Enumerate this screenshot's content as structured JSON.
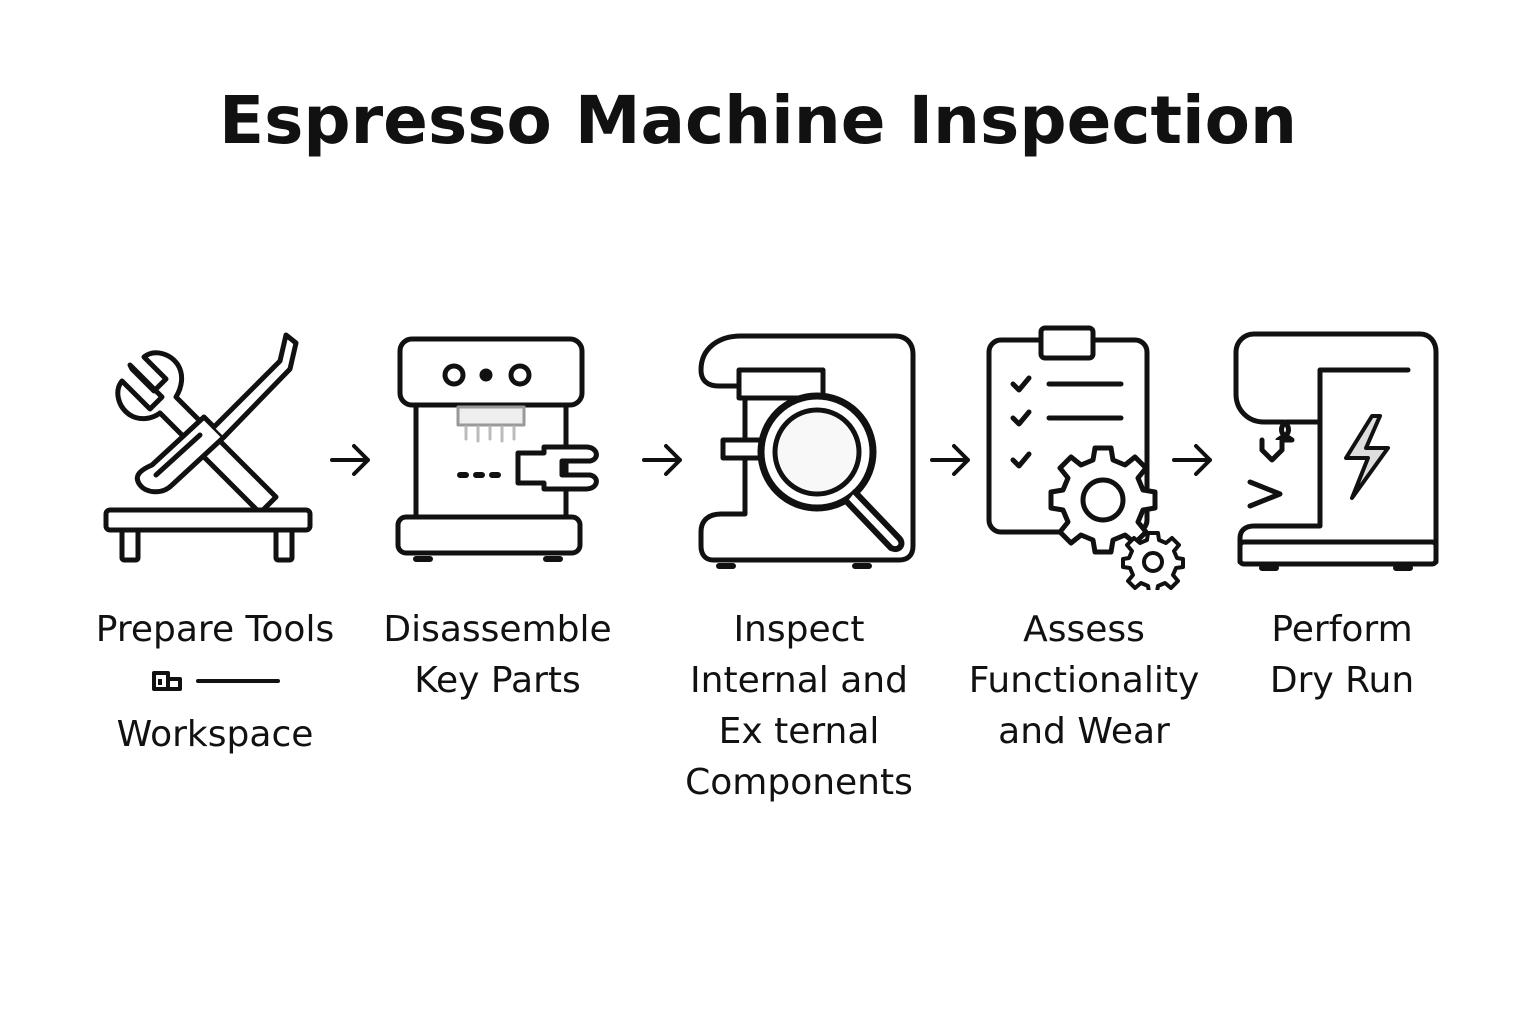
{
  "title": "Espresso Machine Inspection",
  "arrow_glyph": "→",
  "steps": [
    {
      "icon": "wrench-screwdriver-workbench-icon",
      "label_lines": [
        "Prepare Tools",
        "Workspace"
      ]
    },
    {
      "icon": "espresso-machine-disassembly-icon",
      "label_lines": [
        "Disassemble",
        "Key Parts"
      ]
    },
    {
      "icon": "magnifier-espresso-machine-icon",
      "label_lines": [
        "Inspect",
        "Internal and",
        "Ex ternal",
        "Components"
      ]
    },
    {
      "icon": "checklist-gears-icon",
      "label_lines": [
        "Assess",
        "Functionality",
        "and Wear"
      ]
    },
    {
      "icon": "espresso-machine-power-icon",
      "label_lines": [
        "Perform",
        "Dry Run"
      ]
    }
  ]
}
